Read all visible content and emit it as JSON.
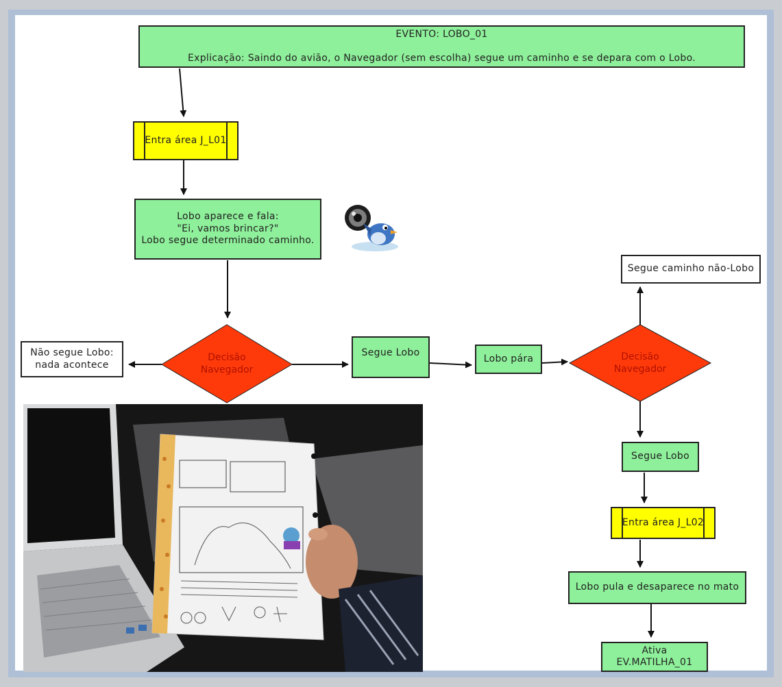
{
  "nodes": {
    "evento": {
      "title": "EVENTO: LOBO_01",
      "text": "Explicação: Saindo do avião, o Navegador (sem escolha) segue um caminho e se depara com o Lobo."
    },
    "entra_area_1": "Entra área J_L01",
    "lobo_aparece": "Lobo aparece e fala:\n\"Ei, vamos brincar?\"\nLobo segue determinado caminho.",
    "decisao_1": "Decisão\nNavegador",
    "nao_segue": "Não segue Lobo:\nnada acontece",
    "segue_lobo_1": "Segue Lobo",
    "lobo_para": "Lobo pára",
    "decisao_2": "Decisão\nNavegador",
    "segue_caminho_nao_lobo": "Segue caminho não-Lobo",
    "segue_lobo_2": "Segue Lobo",
    "entra_area_2": "Entra área J_L02",
    "lobo_pula": "Lobo pula e desaparece no mato",
    "ativa": "Ativa EV.MATILHA_01"
  },
  "icons": {
    "sound": "speaker-bird-icon"
  },
  "colors": {
    "process": "#8ef09a",
    "area": "#ffff00",
    "decision": "#ff3a0a",
    "decision_text": "#b01000"
  }
}
